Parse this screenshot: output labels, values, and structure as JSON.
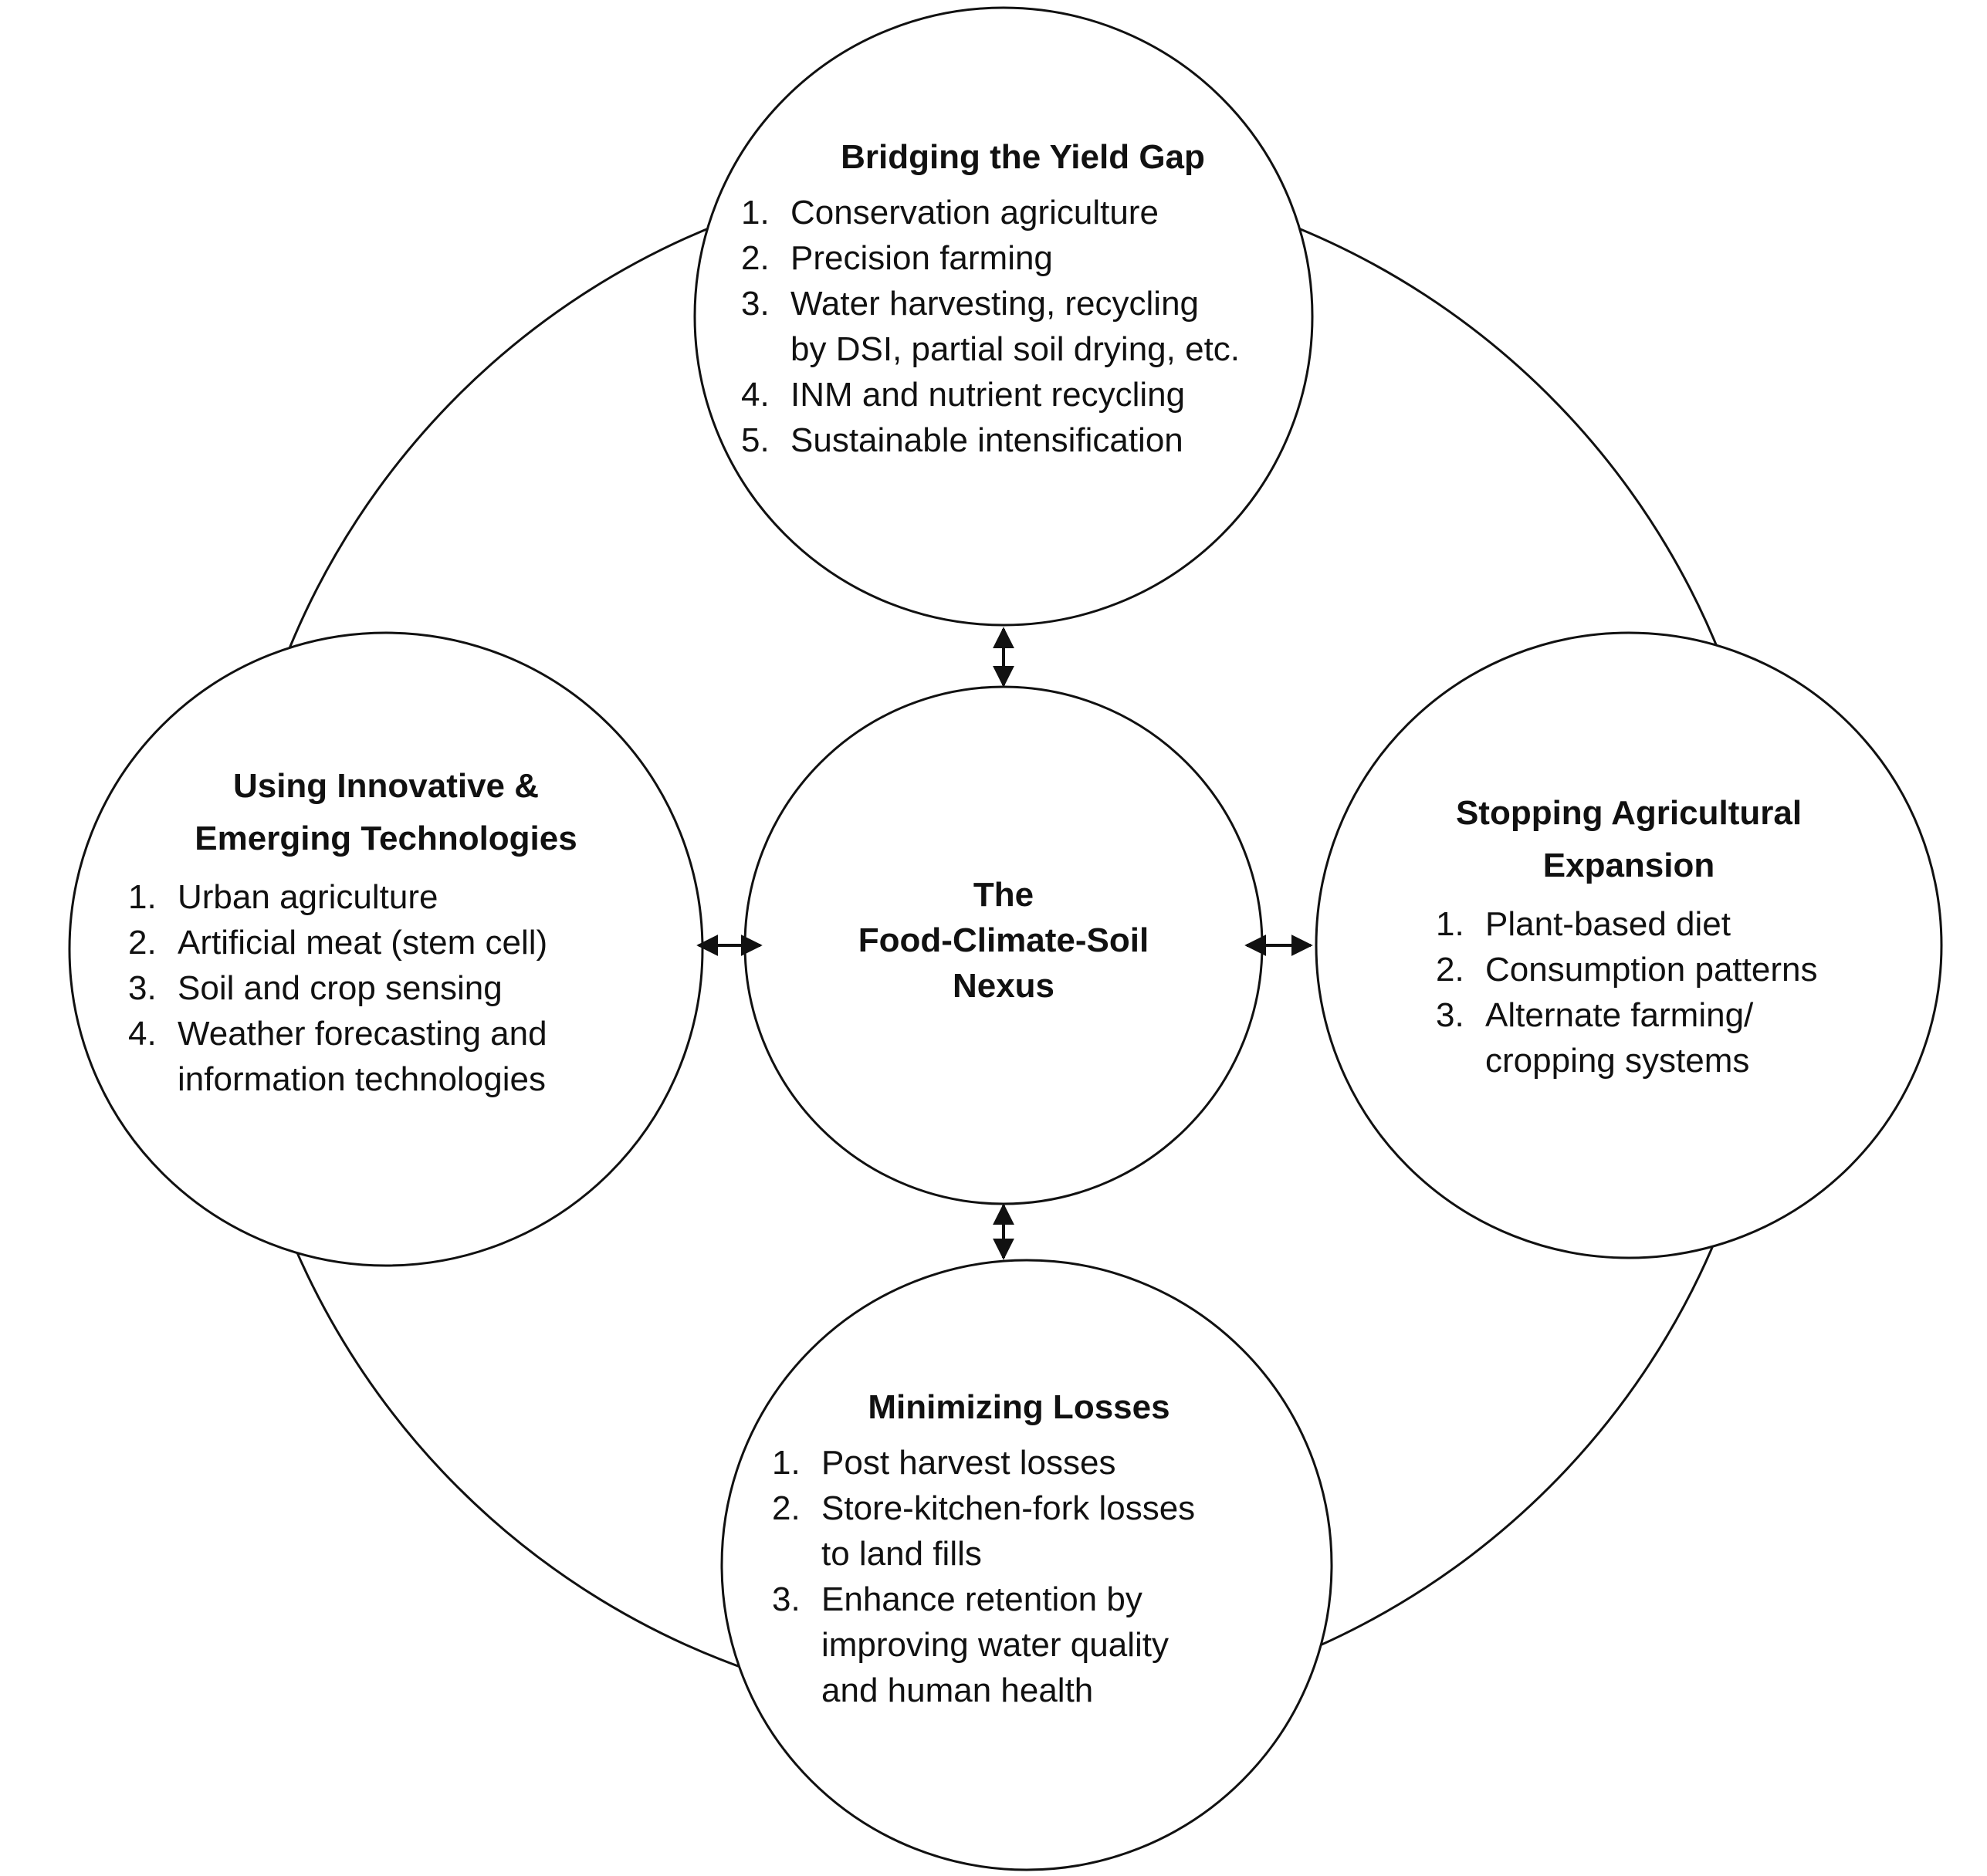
{
  "center": {
    "lines": [
      "The",
      "Food-Climate-Soil",
      "Nexus"
    ]
  },
  "top": {
    "title": [
      "Bridging the Yield Gap"
    ],
    "items": [
      {
        "num": "1.",
        "lines": [
          "Conservation agriculture"
        ]
      },
      {
        "num": "2.",
        "lines": [
          "Precision farming"
        ]
      },
      {
        "num": "3.",
        "lines": [
          "Water harvesting, recycling",
          "by DSI, partial soil drying, etc."
        ]
      },
      {
        "num": "4.",
        "lines": [
          "INM and nutrient recycling"
        ]
      },
      {
        "num": "5.",
        "lines": [
          "Sustainable intensification"
        ]
      }
    ]
  },
  "left": {
    "title": [
      "Using Innovative &",
      "Emerging Technologies"
    ],
    "items": [
      {
        "num": "1.",
        "lines": [
          "Urban agriculture"
        ]
      },
      {
        "num": "2.",
        "lines": [
          "Artificial meat (stem cell)"
        ]
      },
      {
        "num": "3.",
        "lines": [
          "Soil and crop sensing"
        ]
      },
      {
        "num": "4.",
        "lines": [
          "Weather forecasting and",
          "information technologies"
        ]
      }
    ]
  },
  "right": {
    "title": [
      "Stopping Agricultural",
      "Expansion"
    ],
    "items": [
      {
        "num": "1.",
        "lines": [
          "Plant-based diet"
        ]
      },
      {
        "num": "2.",
        "lines": [
          "Consumption patterns"
        ]
      },
      {
        "num": "3.",
        "lines": [
          "Alternate farming/",
          "cropping systems"
        ]
      }
    ]
  },
  "bottom": {
    "title": [
      "Minimizing Losses"
    ],
    "items": [
      {
        "num": "1.",
        "lines": [
          "Post harvest losses"
        ]
      },
      {
        "num": "2.",
        "lines": [
          "Store-kitchen-fork losses",
          "to land fills"
        ]
      },
      {
        "num": "3.",
        "lines": [
          "Enhance retention by",
          "improving water quality",
          "and human health"
        ]
      }
    ]
  },
  "colors": {
    "stroke": "#111111",
    "background": "#ffffff"
  }
}
